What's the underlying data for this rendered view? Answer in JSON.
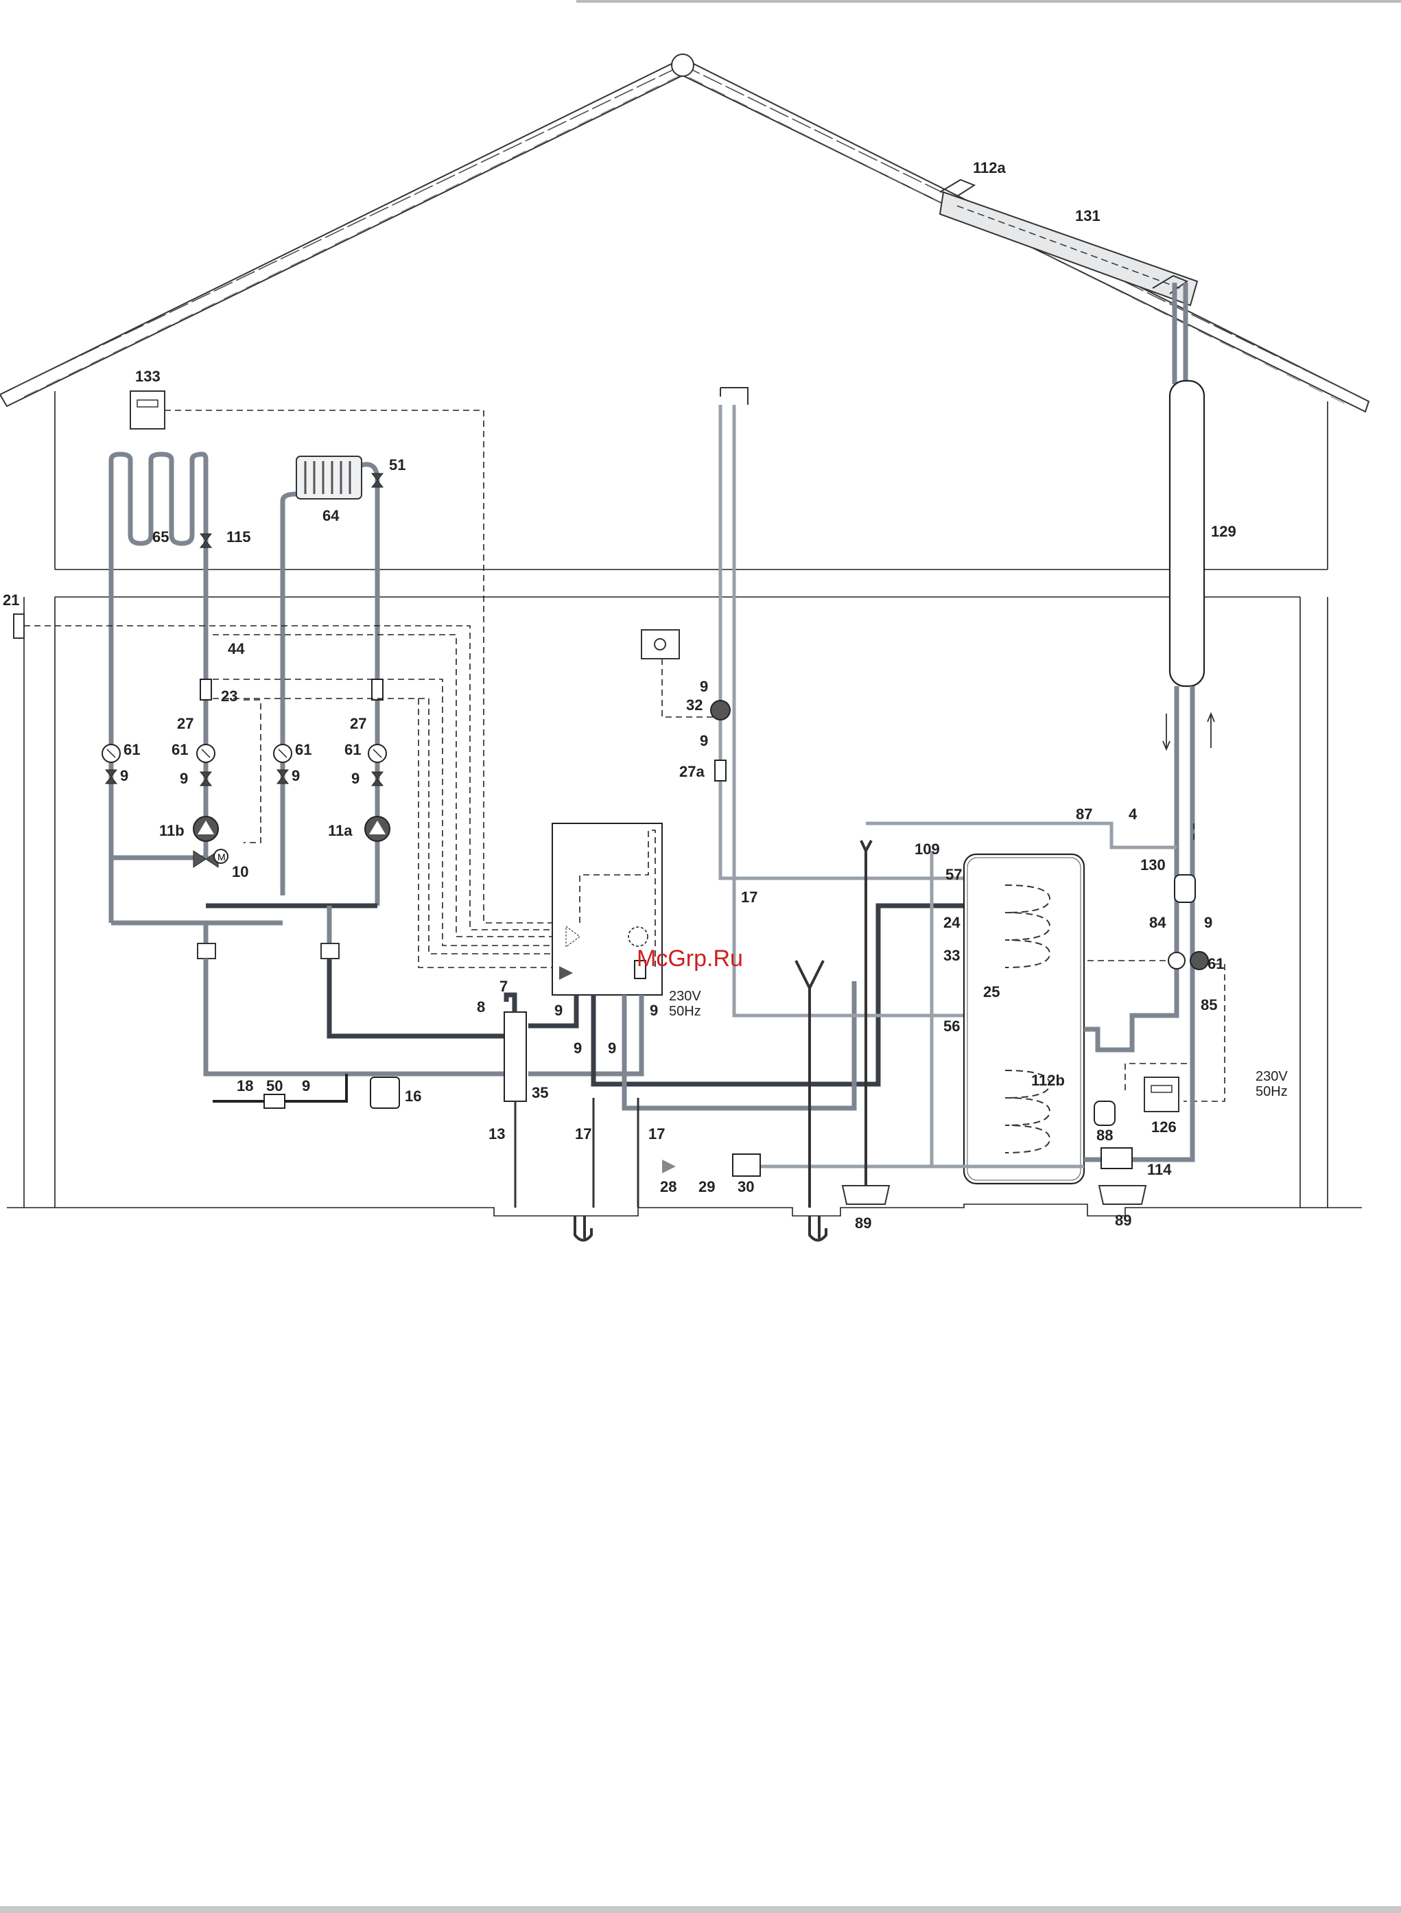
{
  "watermark": "McGrp.Ru",
  "power_labels": {
    "boiler": [
      "230V",
      "50Hz"
    ],
    "solar": [
      "230V",
      "50Hz"
    ]
  },
  "component_labels": {
    "solar_sensor": "112a",
    "collector": "131",
    "expansion_vessel_solar": "129",
    "remote_control": "133",
    "radiator_vent": "51",
    "underfloor": "65",
    "radiator": "64",
    "thermostat_115": "115",
    "outdoor_sensor": "21",
    "sensor_44": "44",
    "sensor_23": "23",
    "check_valve_left": "27",
    "check_valve_right": "27",
    "gauge_left_outer": "61",
    "gauge_left_inner": "61",
    "gauge_right_inner": "61",
    "gauge_right_outer": "61",
    "valve_9_a": "9",
    "valve_9_b": "9",
    "valve_9_c": "9",
    "valve_9_d": "9",
    "pump_11b": "11b",
    "pump_11a": "11a",
    "mixer_valve": "10",
    "dhw_valve_9_top": "9",
    "dhw_pump": "32",
    "dhw_valve_9_bottom": "9",
    "dhw_check": "27a",
    "safety_87": "87",
    "safety_4": "4",
    "valve_109": "109",
    "mixer_57": "57",
    "cold_valve_17_top": "17",
    "cyl_24": "24",
    "cyl_33": "33",
    "cyl_25": "25",
    "cyl_56": "56",
    "cyl_112b": "112b",
    "air_sep_130": "130",
    "solar_84": "84",
    "solar_9": "9",
    "solar_61": "61",
    "solar_85": "85",
    "solar_ctrl_126": "126",
    "vessel_88": "88",
    "safety_114": "114",
    "drain_89_a": "89",
    "drain_89_b": "89",
    "fill_7": "7",
    "fill_8": "8",
    "boiler_9_a": "9",
    "boiler_9_b": "9",
    "boiler_9_c": "9",
    "boiler_9_d": "9",
    "header_35": "35",
    "valve_18": "18",
    "valve_50": "50",
    "valve_9_bottom": "9",
    "vessel_16": "16",
    "drain_13": "13",
    "drain_17_a": "17",
    "drain_17_b": "17",
    "cold_28": "28",
    "cold_29": "29",
    "cold_30": "30"
  }
}
